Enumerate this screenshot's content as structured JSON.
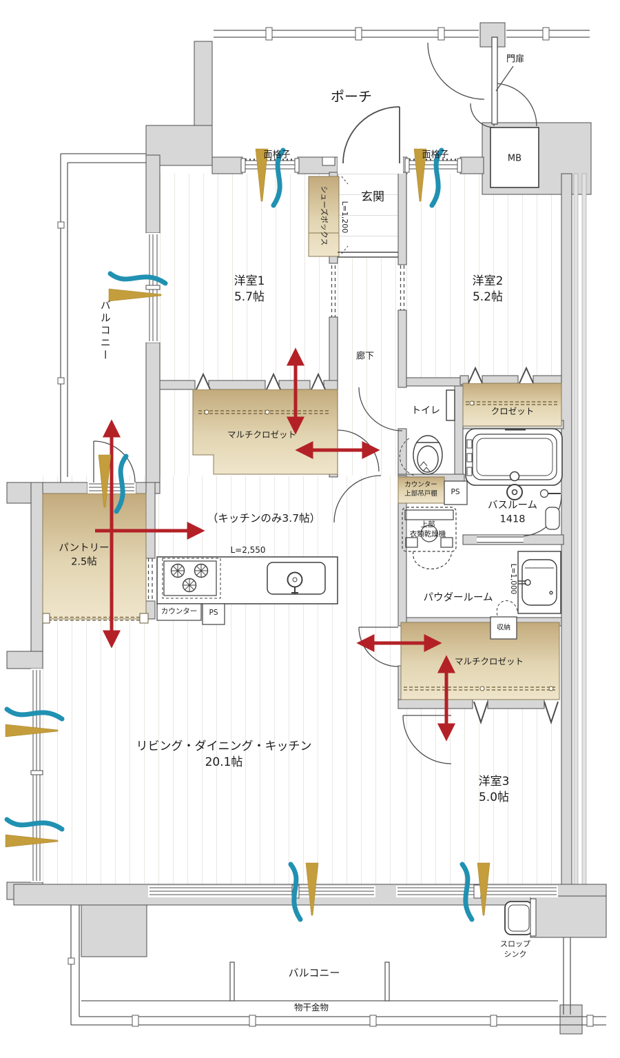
{
  "colors": {
    "wall_fill": "#d7d7d7",
    "line": "#4d4d4d",
    "closet_gradient_top": "#c3aa7c",
    "closet_gradient_bottom": "#efe5cb",
    "arrow_red": "#b32127",
    "vent_wave_blue": "#2191b2",
    "vent_arrow_gold": "#c49d3c",
    "floor_stripe": "#eae7e1"
  },
  "labels": {
    "porch": "ポーチ",
    "gate": "門扉",
    "meter_box": "MB",
    "grille_left": "面格子",
    "grille_right": "面格子",
    "shoe_box": "シューズボックス",
    "shoe_box_dim": "L=1,200",
    "entrance": "玄関",
    "room1_name": "洋室1",
    "room1_area": "5.7帖",
    "room2_name": "洋室2",
    "room2_area": "5.2帖",
    "balcony_left": "バルコニー",
    "corridor": "廊下",
    "multi_closet_1": "マルチクロゼット",
    "toilet": "トイレ",
    "closet": "クロゼット",
    "bathroom_name": "バスルーム",
    "bathroom_size": "1418",
    "counter_cabinet_line1": "カウンター",
    "counter_cabinet_line2": "上部吊戸棚",
    "pipe_space_1": "PS",
    "pipe_space_2": "PS",
    "dryer_line1": "上部",
    "dryer_line2": "衣類乾燥機",
    "powder_room": "パウダールーム",
    "basin_dim": "L=1,000",
    "storage": "収納",
    "multi_closet_2": "マルチクロゼット",
    "pantry_name": "パントリー",
    "pantry_area": "2.5帖",
    "kitchen_note": "（キッチンのみ3.7帖）",
    "kitchen_dim": "L=2,550",
    "kitchen_counter": "カウンター",
    "ldk_name": "リビング・ダイニング・キッチン",
    "ldk_area": "20.1帖",
    "room3_name": "洋室3",
    "room3_area": "5.0帖",
    "slop_sink_line1": "スロップ",
    "slop_sink_line2": "シンク",
    "balcony_bottom": "バルコニー",
    "laundry_hardware": "物干金物"
  }
}
